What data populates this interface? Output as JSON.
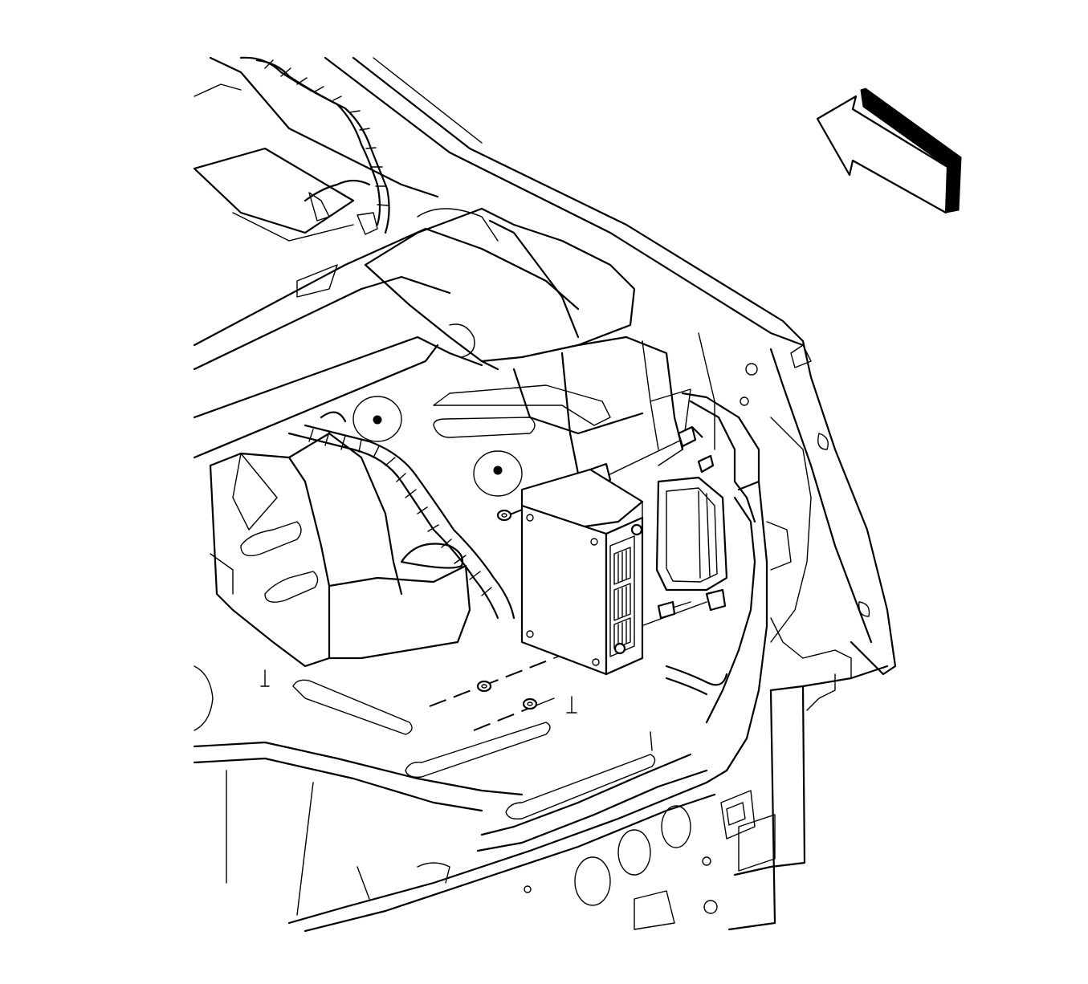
{
  "view_direction_arrow": {
    "icon": "view-direction-arrow-icon",
    "direction": "up-left"
  },
  "components": [
    "vehicle-body-structure",
    "wiring-harness",
    "electronic-control-module",
    "mounting-bracket",
    "fastener-bolts",
    "nuts"
  ],
  "style": {
    "line_color": "#000000",
    "background": "#ffffff"
  }
}
